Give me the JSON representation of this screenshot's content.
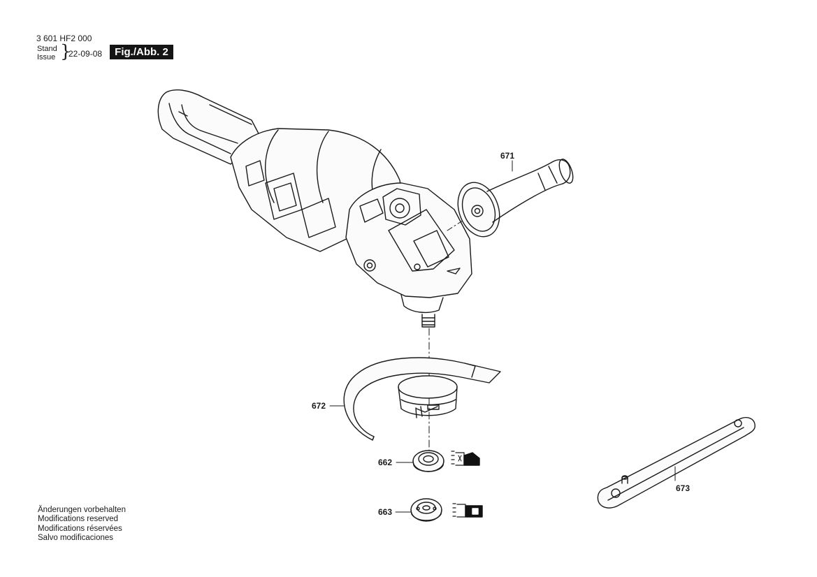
{
  "header": {
    "doc_code": "3 601 HF2 000",
    "stand_label": "Stand",
    "issue_label": "Issue",
    "date": "22-09-08",
    "figure_label": "Fig./Abb. 2"
  },
  "parts": {
    "p671": "671",
    "p672": "672",
    "p673": "673",
    "p662": "662",
    "p663": "663"
  },
  "notes": [
    "Änderungen vorbehalten",
    "Modifications reserved",
    "Modifications réservées",
    "Salvo modificaciones"
  ]
}
